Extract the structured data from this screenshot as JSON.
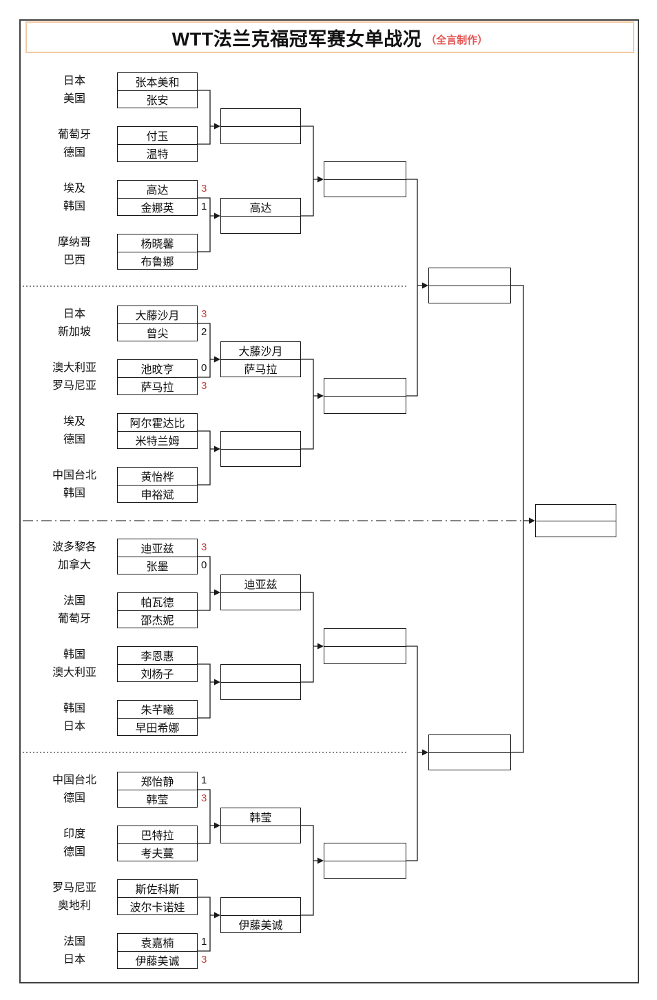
{
  "title": "WTT法兰克福冠军赛女单战况",
  "subtitle": "（全言制作）",
  "colors": {
    "title_border": "#f4c9a3",
    "subtitle_red": "#e25453",
    "win_score_red": "#c2403d",
    "line_black": "#1a1a1a"
  },
  "bracket": {
    "quarters": [
      {
        "matches": [
          {
            "p1": {
              "country": "日本",
              "name": "张本美和",
              "score": "",
              "win": false
            },
            "p2": {
              "country": "美国",
              "name": "张安",
              "score": "",
              "win": false
            }
          },
          {
            "p1": {
              "country": "葡萄牙",
              "name": "付玉",
              "score": "",
              "win": false
            },
            "p2": {
              "country": "德国",
              "name": "温特",
              "score": "",
              "win": false
            }
          },
          {
            "p1": {
              "country": "埃及",
              "name": "高达",
              "score": "3",
              "win": true
            },
            "p2": {
              "country": "韩国",
              "name": "金娜英",
              "score": "1",
              "win": false
            }
          },
          {
            "p1": {
              "country": "摩纳哥",
              "name": "杨晓馨",
              "score": "",
              "win": false
            },
            "p2": {
              "country": "巴西",
              "name": "布鲁娜",
              "score": "",
              "win": false
            }
          }
        ],
        "round2": [
          {
            "top": "",
            "bottom": ""
          },
          {
            "top": "高达",
            "bottom": ""
          }
        ],
        "quarterfinal": {
          "top": "",
          "bottom": ""
        }
      },
      {
        "matches": [
          {
            "p1": {
              "country": "日本",
              "name": "大藤沙月",
              "score": "3",
              "win": true
            },
            "p2": {
              "country": "新加坡",
              "name": "曾尖",
              "score": "2",
              "win": false
            }
          },
          {
            "p1": {
              "country": "澳大利亚",
              "name": "池旼亨",
              "score": "0",
              "win": false
            },
            "p2": {
              "country": "罗马尼亚",
              "name": "萨马拉",
              "score": "3",
              "win": true
            }
          },
          {
            "p1": {
              "country": "埃及",
              "name": "阿尔霍达比",
              "score": "",
              "win": false
            },
            "p2": {
              "country": "德国",
              "name": "米特兰姆",
              "score": "",
              "win": false
            }
          },
          {
            "p1": {
              "country": "中国台北",
              "name": "黄怡桦",
              "score": "",
              "win": false
            },
            "p2": {
              "country": "韩国",
              "name": "申裕斌",
              "score": "",
              "win": false
            }
          }
        ],
        "round2": [
          {
            "top": "大藤沙月",
            "bottom": "萨马拉"
          },
          {
            "top": "",
            "bottom": ""
          }
        ],
        "quarterfinal": {
          "top": "",
          "bottom": ""
        }
      },
      {
        "matches": [
          {
            "p1": {
              "country": "波多黎各",
              "name": "迪亚兹",
              "score": "3",
              "win": true
            },
            "p2": {
              "country": "加拿大",
              "name": "张墨",
              "score": "0",
              "win": false
            }
          },
          {
            "p1": {
              "country": "法国",
              "name": "帕瓦德",
              "score": "",
              "win": false
            },
            "p2": {
              "country": "葡萄牙",
              "name": "邵杰妮",
              "score": "",
              "win": false
            }
          },
          {
            "p1": {
              "country": "韩国",
              "name": "李恩惠",
              "score": "",
              "win": false
            },
            "p2": {
              "country": "澳大利亚",
              "name": "刘杨子",
              "score": "",
              "win": false
            }
          },
          {
            "p1": {
              "country": "韩国",
              "name": "朱芊曦",
              "score": "",
              "win": false
            },
            "p2": {
              "country": "日本",
              "name": "早田希娜",
              "score": "",
              "win": false
            }
          }
        ],
        "round2": [
          {
            "top": "迪亚兹",
            "bottom": ""
          },
          {
            "top": "",
            "bottom": ""
          }
        ],
        "quarterfinal": {
          "top": "",
          "bottom": ""
        }
      },
      {
        "matches": [
          {
            "p1": {
              "country": "中国台北",
              "name": "郑怡静",
              "score": "1",
              "win": false
            },
            "p2": {
              "country": "德国",
              "name": "韩莹",
              "score": "3",
              "win": true
            }
          },
          {
            "p1": {
              "country": "印度",
              "name": "巴特拉",
              "score": "",
              "win": false
            },
            "p2": {
              "country": "德国",
              "name": "考夫蔓",
              "score": "",
              "win": false
            }
          },
          {
            "p1": {
              "country": "罗马尼亚",
              "name": "斯佐科斯",
              "score": "",
              "win": false
            },
            "p2": {
              "country": "奥地利",
              "name": "波尔卡诺娃",
              "score": "",
              "win": false
            }
          },
          {
            "p1": {
              "country": "法国",
              "name": "袁嘉楠",
              "score": "1",
              "win": false
            },
            "p2": {
              "country": "日本",
              "name": "伊藤美诚",
              "score": "3",
              "win": true
            }
          }
        ],
        "round2": [
          {
            "top": "韩莹",
            "bottom": ""
          },
          {
            "top": "",
            "bottom": "伊藤美诚"
          }
        ],
        "quarterfinal": {
          "top": "",
          "bottom": ""
        }
      }
    ],
    "semifinals": [
      {
        "top": "",
        "bottom": ""
      },
      {
        "top": "",
        "bottom": ""
      }
    ],
    "final": {
      "top": "",
      "bottom": ""
    }
  }
}
